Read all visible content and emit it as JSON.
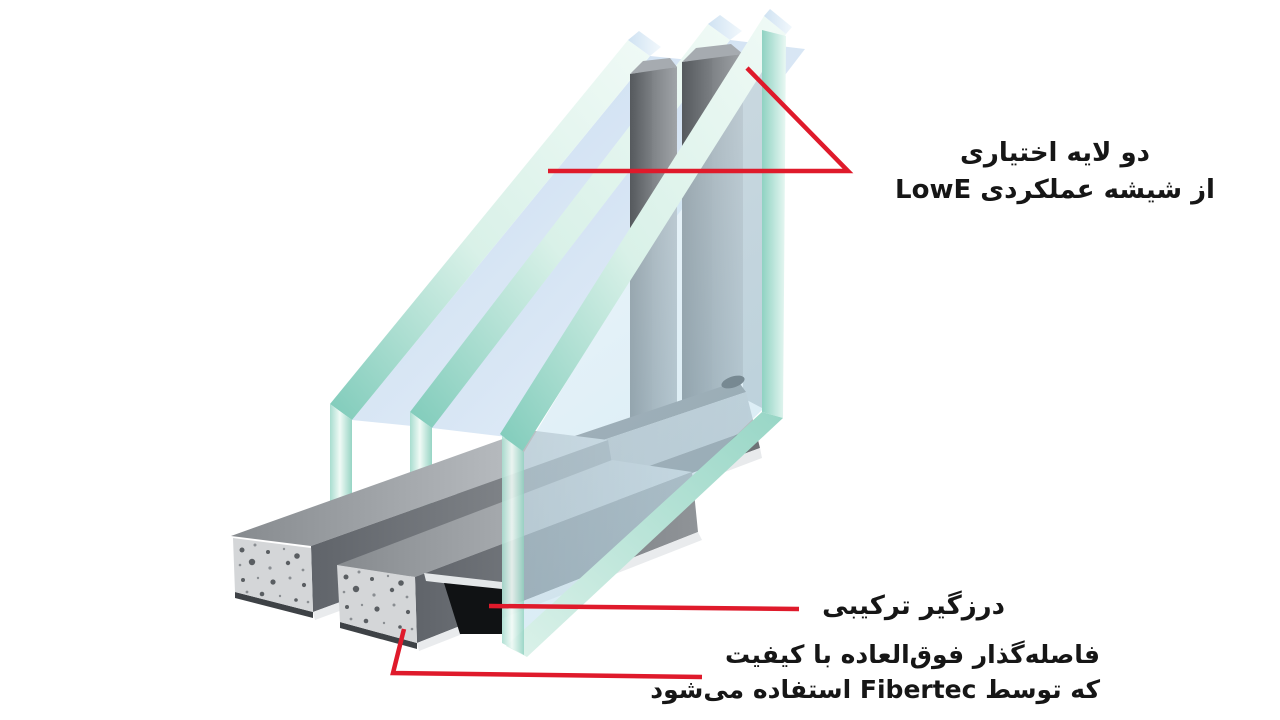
{
  "diagram": {
    "subject": "triple-pane-insulated-glass-unit",
    "labels": {
      "lowe": {
        "line1": "دو لایه اختیاری",
        "line2": "از شیشه عملکردی LowE"
      },
      "sealant": {
        "text": "درزگیر ترکیبی"
      },
      "spacer": {
        "line1": "فاصله‌گذار فوق‌العاده با کیفیت",
        "line2": "که توسط Fibertec استفاده می‌شود"
      }
    },
    "colors": {
      "background": "#ffffff",
      "callout_red": "#df1a2b",
      "label_text": "#161616",
      "glass_edge_teal": "#8fd2c2",
      "glass_face_blue": "#c7d9ef",
      "spacer_gray": "#8a8e92",
      "sealant_black": "#101214",
      "desiccant_face": "#d4d6d8"
    }
  }
}
